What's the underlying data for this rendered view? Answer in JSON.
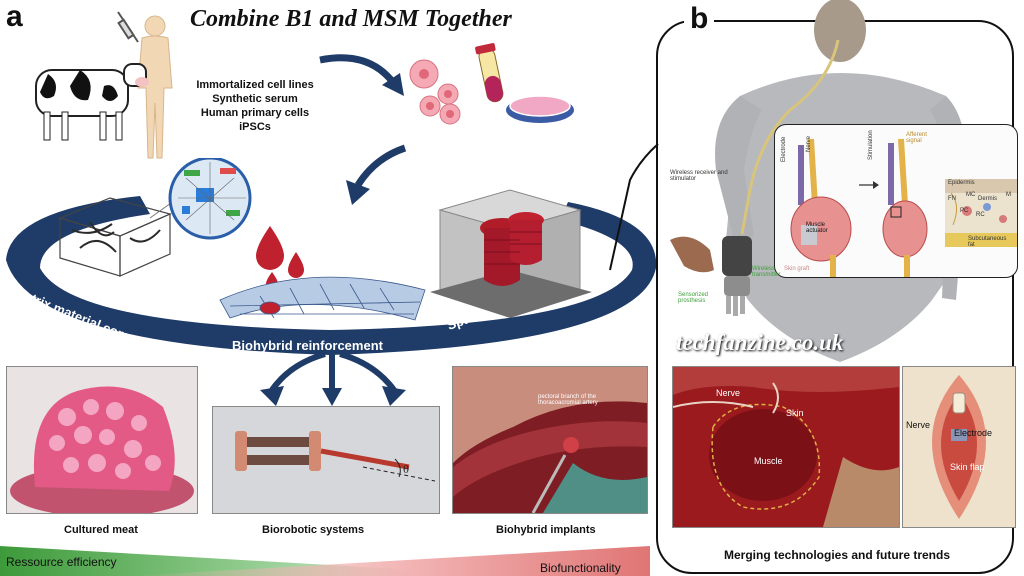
{
  "panel_a": {
    "letter": "a",
    "title": "Combine B1 and MSM Together",
    "cell_sources": [
      "Immortalized cell lines",
      "Synthetic serum",
      "Human primary cells",
      "iPSCs"
    ],
    "ring_left": "Matrix material composition",
    "ring_center": "Biohybrid reinforcement",
    "ring_right": "Spatio-temporal modification",
    "applications": [
      "Cultured meat",
      "Biorobotic systems",
      "Biohybrid implants"
    ],
    "bar_left": "Ressource efficiency",
    "bar_right": "Biofunctionality",
    "implant_note": "pectoral branch of the thoracoacromial artery"
  },
  "panel_b": {
    "letter": "b",
    "diagram_labels": {
      "wireless_receiver": "Wireless receiver and stimulator",
      "wireless_transmitter": "Wireless transmitter",
      "prosthesis": "Sensorized prosthesis",
      "electrode": "Electrode",
      "nerve": "Nerve",
      "muscle_actuator": "Muscle actuator",
      "skin_graft": "Skin graft",
      "stimulation": "Stimulation",
      "afferent_signal": "Afferent signal",
      "epidermis": "Epidermis",
      "dermis": "Dermis",
      "subcutaneous": "Subcutaneous fat",
      "fn": "FN",
      "mc": "MC",
      "pc": "PC",
      "rc": "RC",
      "m": "M"
    },
    "watermark": "techfanzine.co.uk",
    "photo_labels": {
      "nerve": "Nerve",
      "skin": "Skin",
      "muscle": "Muscle"
    },
    "schematic_labels": {
      "nerve": "Nerve",
      "electrode": "Electrode",
      "skin_flap": "Skin flap"
    },
    "caption": "Merging technologies and future trends"
  },
  "colors": {
    "ring_navy": "#1f3b68",
    "bar_green": "#3d9a3a",
    "bar_red": "#e07575",
    "tissue_red": "#c0212e"
  }
}
